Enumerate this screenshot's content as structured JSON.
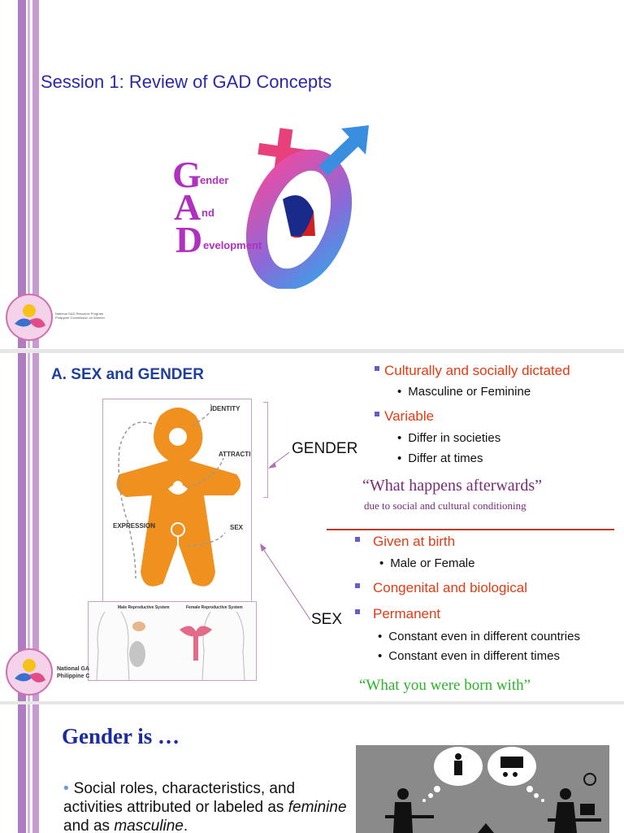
{
  "slide1": {
    "title": "Session 1: Review of GAD Concepts",
    "gad_letters": [
      "G",
      "A",
      "D"
    ],
    "gad_words": [
      "ender",
      "nd",
      "evelopment"
    ],
    "logo_lines": [
      "National GAD Resource Program",
      "Philippine Commission on Women"
    ]
  },
  "slide2": {
    "title": "A.  SEX and GENDER",
    "figure_labels": {
      "identity": "IDENTITY",
      "attraction": "ATTRACTIO",
      "expression": "EXPRESSION",
      "sex": "SEX"
    },
    "repro_labels": [
      "Male Reproductive System",
      "Female Reproductive System"
    ],
    "label_gender": "GENDER",
    "label_sex": "SEX",
    "gender_points": [
      {
        "label": "Culturally and socially dictated",
        "subs": [
          "Masculine or Feminine"
        ]
      },
      {
        "label": "Variable",
        "subs": [
          "Differ in societies",
          "Differ at  times"
        ]
      }
    ],
    "gender_quote": "“What happens afterwards”",
    "gender_quote_sub": "due to social and cultural conditioning",
    "sex_points": [
      {
        "label": "Given at birth",
        "subs": [
          "Male or Female"
        ]
      },
      {
        "label": "Congenital and biological",
        "subs": []
      },
      {
        "label": "Permanent",
        "subs": [
          "Constant even in different countries",
          "Constant even in different times"
        ]
      }
    ],
    "sex_quote": "“What you were born with”",
    "logo_lines": [
      "National GA",
      "Philippine C"
    ]
  },
  "slide3": {
    "title": "Gender is …",
    "text_before_fem": "Social roles, characteristics, and activities attributed or labeled as ",
    "fem": "feminine",
    "text_mid": " and as ",
    "masc": "masculine",
    "text_end": "."
  },
  "colors": {
    "accent_purple": "#b07cc0",
    "title_blue": "#2a2aa8",
    "bullet_red": "#e63a12",
    "gingerbread_orange": "#f0901e",
    "quote_green": "#2bb52b"
  }
}
